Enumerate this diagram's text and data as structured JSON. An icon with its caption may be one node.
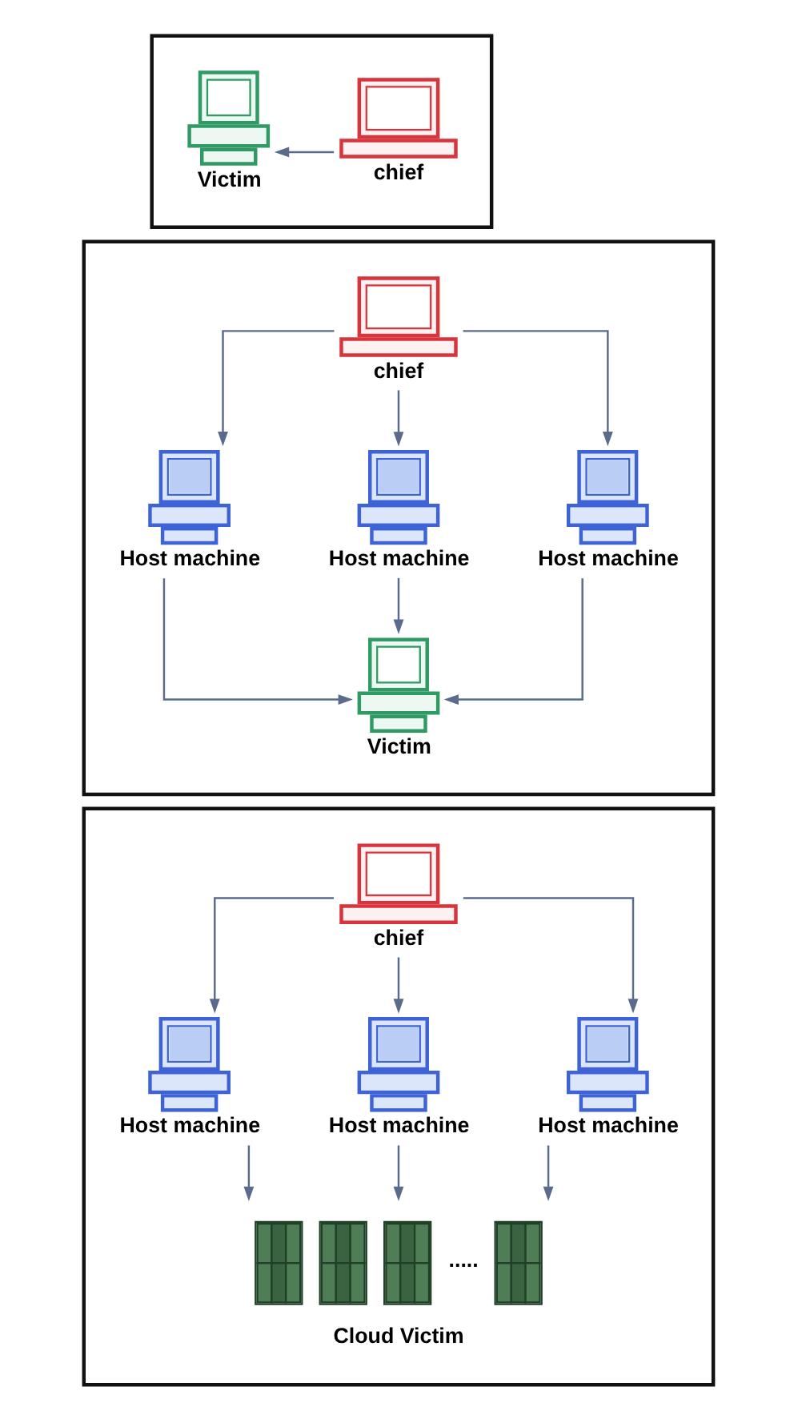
{
  "diagram": {
    "nodes": [
      {
        "text": [],
        "shape": "box"
      },
      {
        "text": [
          "Victim"
        ],
        "in": 0
      },
      {
        "text": [
          "chief"
        ],
        "in": 0
      },
      {
        "text": [],
        "shape": "box"
      },
      {
        "text": [
          "chief"
        ],
        "in": 3
      },
      {
        "text": [
          "Host machine"
        ],
        "in": 3
      },
      {
        "text": [
          "Host machine"
        ],
        "in": 3
      },
      {
        "text": [
          "Host machine"
        ],
        "in": 3
      },
      {
        "text": [
          "Victim"
        ],
        "in": 3
      },
      {
        "text": [],
        "shape": "box"
      },
      {
        "text": [
          "chief"
        ],
        "in": 9
      },
      {
        "text": [
          "Host machine"
        ],
        "in": 9
      },
      {
        "text": [
          "Host machine"
        ],
        "in": 9
      },
      {
        "text": [
          "Host machine"
        ],
        "in": 9
      },
      {
        "text": [
          ".....",
          "Cloud Victim"
        ],
        "in": 9
      }
    ],
    "edges": [
      {
        "from": 2,
        "to": 1,
        "arrow": "to"
      },
      {
        "from": 4,
        "to": 5,
        "arrow": "to"
      },
      {
        "from": 4,
        "to": 6,
        "arrow": "to"
      },
      {
        "from": 4,
        "to": 7,
        "arrow": "to"
      },
      {
        "from": 5,
        "to": 8,
        "arrow": "to"
      },
      {
        "from": 6,
        "to": 8,
        "arrow": "to"
      },
      {
        "from": 7,
        "to": 8,
        "arrow": "to"
      },
      {
        "from": 10,
        "to": 11,
        "arrow": "to"
      },
      {
        "from": 10,
        "to": 12,
        "arrow": "to"
      },
      {
        "from": 10,
        "to": 13,
        "arrow": "to"
      },
      {
        "from": 11,
        "to": 14,
        "arrow": "to"
      },
      {
        "from": 12,
        "to": 14,
        "arrow": "to"
      },
      {
        "from": 13,
        "to": 14,
        "arrow": "to"
      }
    ]
  }
}
